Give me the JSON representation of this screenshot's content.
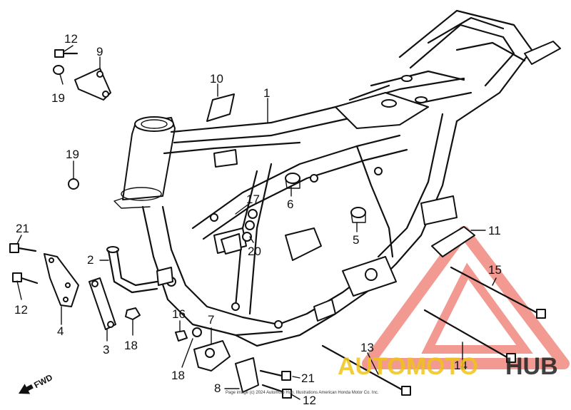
{
  "labels": {
    "p1": "1",
    "p2": "2",
    "p3": "3",
    "p4": "4",
    "p5": "5",
    "p6": "6",
    "p7": "7",
    "p8": "8",
    "p9": "9",
    "p10": "10",
    "p11": "11",
    "p12a": "12",
    "p12b": "12",
    "p12c": "12",
    "p13": "13",
    "p14": "14",
    "p15": "15",
    "p16": "16",
    "p17": "17",
    "p18a": "18",
    "p18b": "18",
    "p19a": "19",
    "p19b": "19",
    "p20": "20",
    "p21a": "21",
    "p21b": "21"
  },
  "fwd": "FWD",
  "watermark": {
    "part1": "AUTOMOTO",
    "part2": "HUB",
    "color_red": "#e8483a",
    "color_yellow": "#f0c419",
    "color_dark": "#222222"
  },
  "copyright": "Page image (c) 2024 Automoto Hub. Illustrations American Honda Motor Co. Inc."
}
